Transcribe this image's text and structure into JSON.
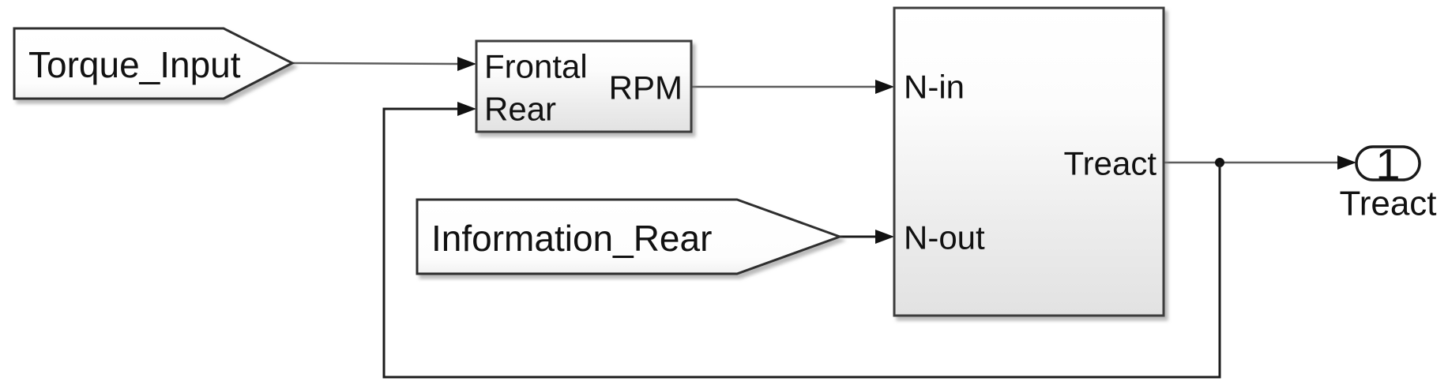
{
  "tags": {
    "torque": {
      "label": "Torque_Input"
    },
    "information": {
      "label": "Information_Rear"
    }
  },
  "blocks": {
    "rpm_block": {
      "in1": "Frontal",
      "in2": "Rear",
      "out1": "RPM"
    },
    "reaction_block": {
      "in1": "N-in",
      "in2": "N-out",
      "out1": "Treact"
    }
  },
  "outport": {
    "number": "1",
    "label": "Treact"
  },
  "colors": {
    "background": "#ffffff",
    "block_fill_top": "#ffffff",
    "block_fill_bottom": "#e2e2e2",
    "block_border": "#3c3c3c",
    "wire": "#5c5c5c",
    "wire_dark": "#1c1c1c",
    "text": "#111111"
  }
}
